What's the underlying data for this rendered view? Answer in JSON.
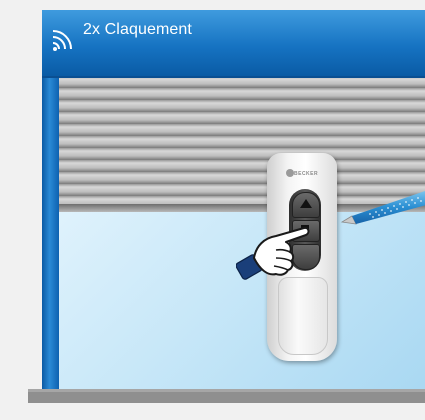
{
  "header": {
    "title": "2x Claquement",
    "background_color": "#1673c2",
    "text_color": "#ffffff",
    "icon": "sound-waves-icon"
  },
  "remote": {
    "brand": "BECKER",
    "buttons": [
      "up-button",
      "stop-button",
      "down-button"
    ]
  },
  "icons": {
    "hand": "pointing-hand-icon",
    "pen": "pen-icon"
  }
}
